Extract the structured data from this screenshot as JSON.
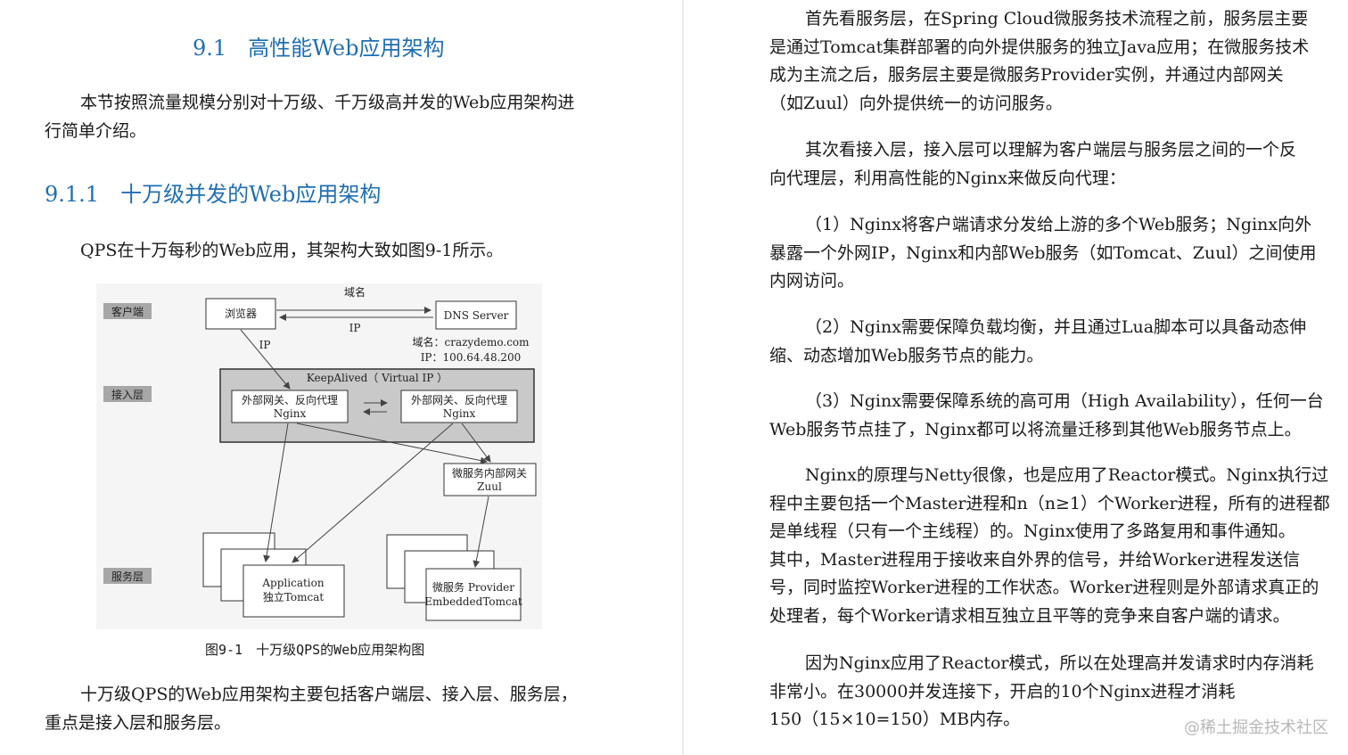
{
  "left": {
    "section_title": "9.1　高性能Web应用架构",
    "intro": [
      "本节按照流量规模分别对十万级、千万级高并发的Web应用架构进",
      "行简单介绍。"
    ],
    "subsection_title": "9.1.1　十万级并发的Web应用架构",
    "qps_para": "QPS在十万每秒的Web应用，其架构大致如图9-1所示。",
    "figure": {
      "layer_client": "客户端",
      "layer_access": "接入层",
      "layer_service": "服务层",
      "browser": "浏览器",
      "dns_server": "DNS  Server",
      "domain_arrow": "域名",
      "ip_arrow": "IP",
      "ip_left": "IP",
      "domain_info": "域名：crazydemo.com",
      "ip_info": "IP：100.64.48.200",
      "keepalived": "KeepAlived（ Virtual IP ）",
      "nginx_box_title": "外部网关、反向代理",
      "nginx_label": "Nginx",
      "zuul_title": "微服务内部网关",
      "zuul_label": "Zuul",
      "app_line1": "Application",
      "app_line2": "独立Tomcat",
      "ms_line1": "微服务 Provider",
      "ms_line2": "EmbeddedTomcat"
    },
    "caption": "图9-1　十万级QPS的Web应用架构图",
    "summary": [
      "十万级QPS的Web应用架构主要包括客户端层、接入层、服务层，",
      "重点是接入层和服务层。"
    ]
  },
  "right": {
    "p1": [
      "首先看服务层，在Spring Cloud微服务技术流程之前，服务层主要",
      "是通过Tomcat集群部署的向外提供服务的独立Java应用；在微服务技术",
      "成为主流之后，服务层主要是微服务Provider实例，并通过内部网关",
      "（如Zuul）向外提供统一的访问服务。"
    ],
    "p2": [
      "其次看接入层，接入层可以理解为客户端层与服务层之间的一个反",
      "向代理层，利用高性能的Nginx来做反向代理："
    ],
    "p3": [
      "（1）Nginx将客户端请求分发给上游的多个Web服务；Nginx向外",
      "暴露一个外网IP，Nginx和内部Web服务（如Tomcat、Zuul）之间使用",
      "内网访问。"
    ],
    "p4": [
      "（2）Nginx需要保障负载均衡，并且通过Lua脚本可以具备动态伸",
      "缩、动态增加Web服务节点的能力。"
    ],
    "p5": [
      "（3）Nginx需要保障系统的高可用（High Availability），任何一台",
      "Web服务节点挂了，Nginx都可以将流量迁移到其他Web服务节点上。"
    ],
    "p6": [
      "Nginx的原理与Netty很像，也是应用了Reactor模式。Nginx执行过",
      "程中主要包括一个Master进程和n（n≥1）个Worker进程，所有的进程都",
      "是单线程（只有一个主线程）的。Nginx使用了多路复用和事件通知。",
      "其中，Master进程用于接收来自外界的信号，并给Worker进程发送信",
      "号，同时监控Worker进程的工作状态。Worker进程则是外部请求真正的",
      "处理者，每个Worker请求相互独立且平等的竞争来自客户端的请求。"
    ],
    "p7": [
      "因为Nginx应用了Reactor模式，所以在处理高并发请求时内存消耗",
      "非常小。在30000并发连接下，开启的10个Nginx进程才消耗",
      "150（15×10=150）MB内存。"
    ]
  },
  "watermark": "@稀土掘金技术社区"
}
